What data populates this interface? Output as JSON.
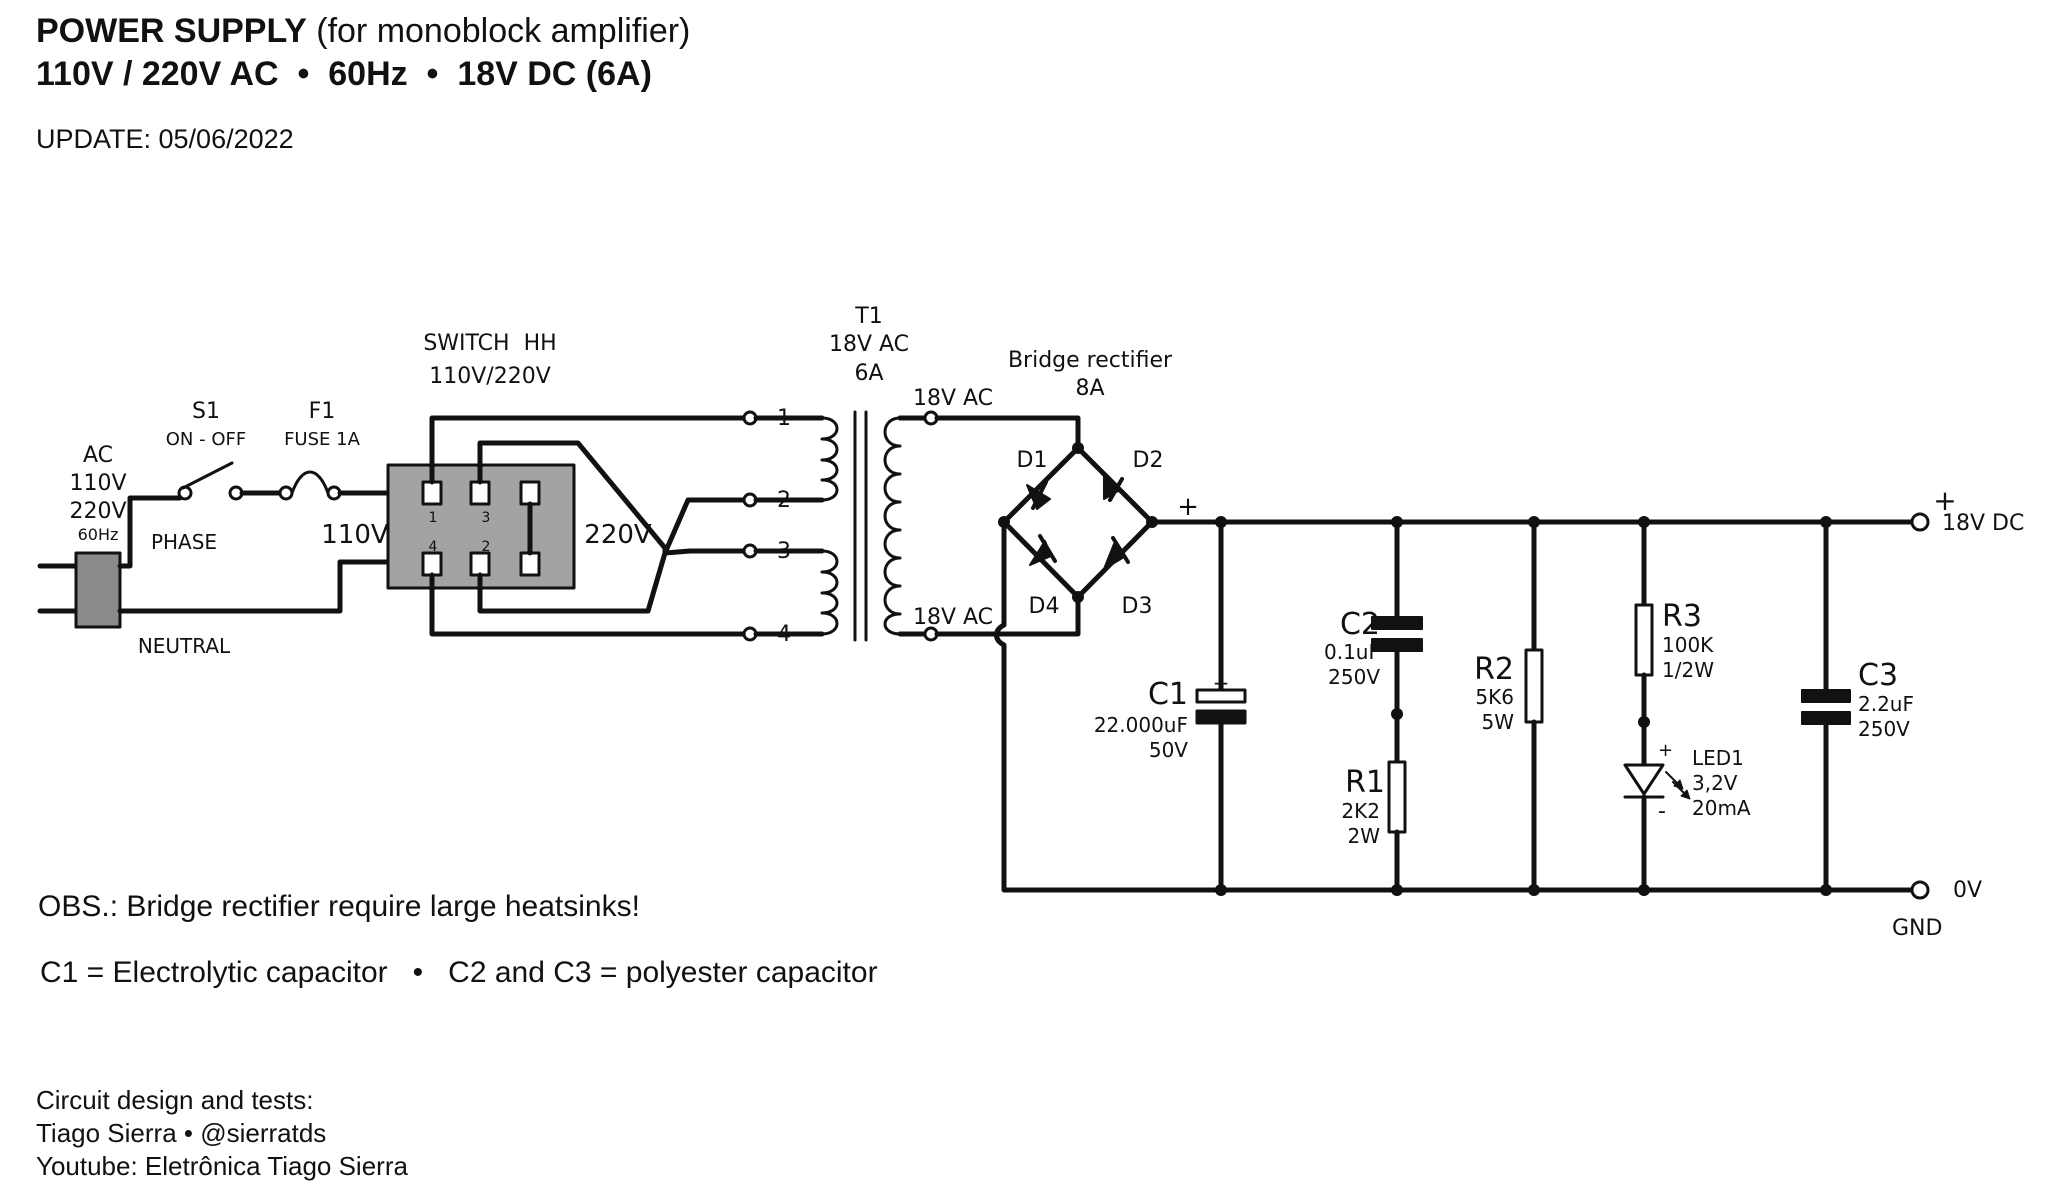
{
  "header": {
    "title_bold": "POWER SUPPLY",
    "title_rest": " (for monoblock amplifier)",
    "specs": "110V / 220V AC  •  60Hz  •  18V DC (6A)",
    "update": "UPDATE: 05/06/2022"
  },
  "notes": {
    "heatsink": "OBS.: Bridge rectifier require large heatsinks!",
    "caps": "C1 = Electrolytic capacitor   •   C2 and C3 = polyester capacitor"
  },
  "credits": [
    "Circuit design and tests:",
    "Tiago Sierra • @sierratds",
    "Youtube: Eletrônica Tiago Sierra"
  ],
  "schematic": {
    "ac": {
      "ref": "AC",
      "v1": "110V",
      "v2": "220V",
      "freq": "60Hz",
      "phase": "PHASE",
      "neutral": "NEUTRAL"
    },
    "s1": {
      "ref": "S1",
      "desc": "ON - OFF"
    },
    "f1": {
      "ref": "F1",
      "desc": "FUSE 1A"
    },
    "switch": {
      "ref": "SWITCH  HH",
      "desc": "110V/220V",
      "left": "110V",
      "right": "220V",
      "pins": [
        "1",
        "3",
        "4",
        "2"
      ]
    },
    "t1": {
      "ref": "T1",
      "desc": "18V AC",
      "amps": "6A",
      "pins": [
        "1",
        "2",
        "3",
        "4"
      ],
      "sec_top": "18V AC",
      "sec_bot": "18V AC"
    },
    "bridge": {
      "ref": "Bridge rectifier",
      "amps": "8A",
      "d1": "D1",
      "d2": "D2",
      "d3": "D3",
      "d4": "D4",
      "plus": "+"
    },
    "c1": {
      "ref": "C1",
      "value": "22.000uF",
      "volt": "50V"
    },
    "c2": {
      "ref": "C2",
      "value": "0.1uF",
      "volt": "250V"
    },
    "r1": {
      "ref": "R1",
      "value": "2K2",
      "watt": "2W"
    },
    "r2": {
      "ref": "R2",
      "value": "5K6",
      "watt": "5W"
    },
    "r3": {
      "ref": "R3",
      "value": "100K",
      "watt": "1/2W"
    },
    "led1": {
      "ref": "LED1",
      "volt": "3,2V",
      "current": "20mA",
      "plus": "+",
      "minus": "-"
    },
    "c3": {
      "ref": "C3",
      "value": "2.2uF",
      "volt": "250V"
    },
    "out": {
      "plus": "+",
      "dc": "18V DC",
      "zero": "0V",
      "gnd": "GND"
    }
  }
}
